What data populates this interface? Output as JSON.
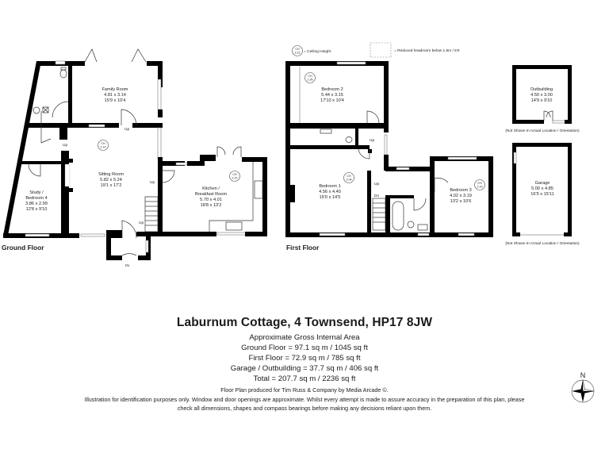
{
  "legend": {
    "ceiling_height_symbol": {
      "ch": "CH",
      "value": "2.22"
    },
    "ceiling_height_label": "= Ceiling Height",
    "reduced_headroom_label": "= Reduced headroom below 1.5m / 5'0"
  },
  "ground_floor": {
    "label": "Ground Floor",
    "entrance_label": "IN",
    "stair_labels": [
      "Up",
      "Up",
      "Up",
      "Up"
    ],
    "rooms": [
      {
        "name": "Family Room",
        "metric": "4.81 x 3.14",
        "imperial": "15'9 x 10'4"
      },
      {
        "name": "Sitting Room",
        "metric": "5.82 x 5.24",
        "imperial": "19'1 x 17'2",
        "ch": "2.14"
      },
      {
        "name_line1": "Study /",
        "name": "Bedroom 4",
        "metric": "3.86 x 2.99",
        "imperial": "12'8 x 9'10"
      },
      {
        "name_line1": "Kitchen /",
        "name": "Breakfast Room",
        "metric": "5.70 x 4.01",
        "imperial": "18'8 x 13'2",
        "ch": "2.22"
      }
    ]
  },
  "first_floor": {
    "label": "First Floor",
    "stair_labels": {
      "up1": "Up",
      "up2": "Up",
      "dn": "Dn"
    },
    "rooms": [
      {
        "name": "Bedroom 2",
        "metric": "5.44 x 3.15",
        "imperial": "17'10 x 10'4",
        "ch": "1.95"
      },
      {
        "name": "Bedroom 1",
        "metric": "4.56 x 4.40",
        "imperial": "15'0 x 14'5",
        "ch": "2.04"
      },
      {
        "name": "Bedroom 3",
        "metric": "4.02 x 3.19",
        "imperial": "13'2 x 10'6",
        "ch": "2.29"
      }
    ]
  },
  "outbuilding": {
    "name": "Outbuilding",
    "metric": "4.50 x 3.00",
    "imperial": "14'9 x 9'10",
    "note": "(Not Shown In Actual Location / Orientation)"
  },
  "garage": {
    "name": "Garage",
    "metric": "5.00 x 4.85",
    "imperial": "16'5 x 15'11",
    "note": "(Not Shown In Actual Location / Orientation)"
  },
  "ch_abbrev": "CH",
  "compass": {
    "label": "N"
  },
  "footer": {
    "title": "Laburnum Cottage, 4 Townsend, HP17 8JW",
    "subtitle": "Approximate Gross Internal Area",
    "areas": [
      "Ground Floor = 97.1 sq m / 1045 sq ft",
      "First Floor = 72.9 sq m / 785 sq ft",
      "Garage / Outbuilding = 37.7 sq m / 406 sq ft",
      "Total = 207.7 sq m / 2236 sq ft"
    ],
    "credit": "Floor Plan produced for Tim Russ & Company by Media Arcade ©.",
    "disclaimer": "Illustration for identification purposes only. Window and door openings are approximate. Whilst every attempt is made to assure accuracy in the preparation of this plan, please check all dimensions, shapes and compass bearings before making any decisions reliant upon them."
  }
}
